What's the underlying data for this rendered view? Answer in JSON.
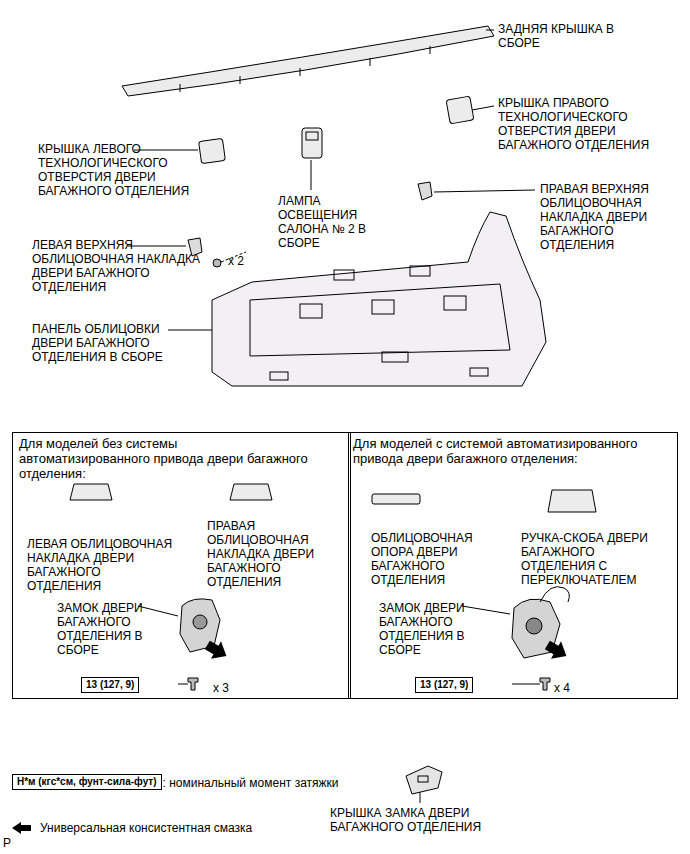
{
  "diagram": {
    "nodes": [
      {
        "text": [
          "Для моделей без системы автоматизированного привода двери багажного отделения:",
          "ЛЕВАЯ ОБЛИЦОВОЧНАЯ НАКЛАДКА ДВЕРИ БАГАЖНОГО ОТДЕЛЕНИЯ",
          "ПРАВАЯ ОБЛИЦОВОЧНАЯ НАКЛАДКА ДВЕРИ БАГАЖНОГО ОТДЕЛЕНИЯ",
          "ЗАМОК ДВЕРИ БАГАЖНОГО ОТДЕЛЕНИЯ В СБОРЕ",
          "x 3"
        ]
      },
      {
        "text": [
          "Для моделей с системой автоматизированного привода двери багажного отделения:",
          "ОБЛИЦОВОЧНАЯ ОПОРА ДВЕРИ БАГАЖНОГО ОТДЕЛЕНИЯ",
          "РУЧКА-СКОБА ДВЕРИ БАГАЖНОГО ОТДЕЛЕНИЯ С ПЕРЕКЛЮЧАТЕЛЕМ",
          "ЗАМОК ДВЕРИ БАГАЖНОГО ОТДЕЛЕНИЯ В СБОРЕ",
          "x 4"
        ]
      },
      {
        "text": [
          "13 (127, 9)"
        ],
        "in": 0
      },
      {
        "text": [
          "13 (127, 9)"
        ],
        "in": 1
      },
      {
        "text": [
          "Н*м (кгс*см, фунт-сила-фут)"
        ]
      }
    ],
    "edges": [],
    "labels": [
      "ЗАДНЯЯ КРЫШКА В СБОРЕ",
      "КРЫШКА ПРАВОГО ТЕХНОЛОГИЧЕСКОГО ОТВЕРСТИЯ ДВЕРИ БАГАЖНОГО ОТДЕЛЕНИЯ",
      "КРЫШКА ЛЕВОГО ТЕХНОЛОГИЧЕСКОГО ОТВЕРСТИЯ ДВЕРИ БАГАЖНОГО ОТДЕЛЕНИЯ",
      "ЛАМПА ОСВЕЩЕНИЯ САЛОНА № 2 В СБОРЕ",
      "ПРАВАЯ ВЕРХНЯЯ ОБЛИЦОВОЧНАЯ НАКЛАДКА ДВЕРИ БАГАЖНОГО ОТДЕЛЕНИЯ",
      "ЛЕВАЯ ВЕРХНЯЯ ОБЛИЦОВОЧНАЯ НАКЛАДКА ДВЕРИ БАГАЖНОГО ОТДЕЛЕНИЯ",
      "x 2",
      "ПАНЕЛЬ ОБЛИЦОВКИ ДВЕРИ БАГАЖНОГО ОТДЕЛЕНИЯ В СБОРЕ",
      ": номинальный момент затяжки",
      "КРЫШКА ЗАМКА ДВЕРИ БАГАЖНОГО ОТДЕЛЕНИЯ",
      "P"
    ],
    "legend": [
      {
        "text": "Универсальная консистентная смазка"
      }
    ]
  }
}
